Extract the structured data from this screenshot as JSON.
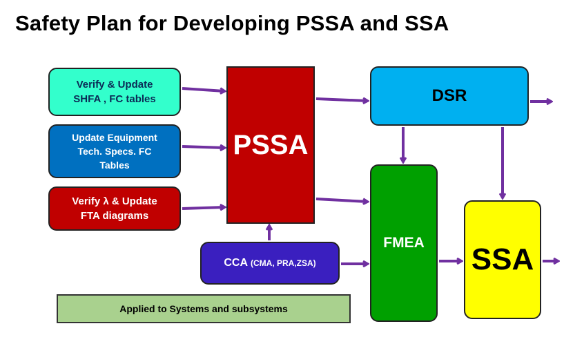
{
  "title": "Safety Plan for Developing PSSA and SSA",
  "boxes": {
    "verify_shfa": [
      "Verify & Update",
      "SHFA , FC tables"
    ],
    "update_equipment": [
      "Update Equipment",
      "Tech. Specs. FC",
      "Tables"
    ],
    "verify_fta": [
      "Verify λ & Update",
      "FTA diagrams"
    ],
    "pssa": "PSSA",
    "dsr": "DSR",
    "fmea": "FMEA",
    "ssa": "SSA",
    "cca": {
      "main": "CCA",
      "sub": "(CMA, PRA,ZSA)"
    },
    "applied": "Applied to Systems and subsystems"
  },
  "colors": {
    "arrow": "#7030a0",
    "verify_shfa": "#33ffcc",
    "update_equipment": "#0070c0",
    "verify_fta": "#c00000",
    "pssa": "#c00000",
    "dsr": "#00b0f0",
    "fmea": "#00a000",
    "ssa": "#ffff00",
    "cca": "#3a1fbf",
    "applied": "#a9d18e"
  }
}
